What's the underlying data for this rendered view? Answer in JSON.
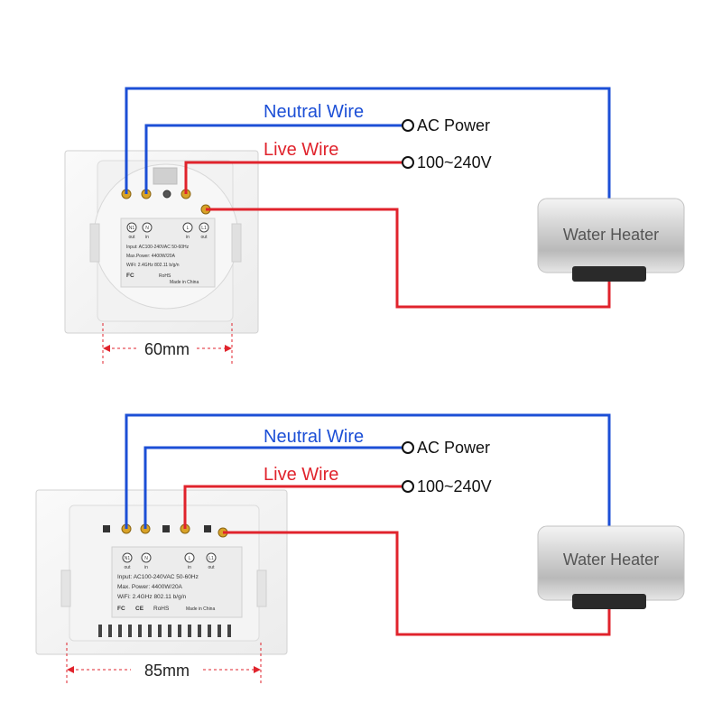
{
  "colors": {
    "neutral": "#1c4fd6",
    "live": "#e0232c",
    "dimension": "#e0232c",
    "terminal": "#d9a227"
  },
  "top_diagram": {
    "neutral_label": "Neutral Wire",
    "live_label": "Live Wire",
    "ac_power_label": "AC Power",
    "voltage_label": "100~240V",
    "heater_label": "Water Heater",
    "width_label": "60mm",
    "terminals": [
      {
        "top": "N1",
        "bottom": "out"
      },
      {
        "top": "N",
        "bottom": "in"
      },
      {
        "top": "L",
        "bottom": "in"
      },
      {
        "top": "L1",
        "bottom": "out"
      }
    ],
    "spec_input": "Input: AC100-240VAC 50-60Hz",
    "spec_power": "Max.Power: 4400W/20A",
    "spec_wifi": "WiFi: 2.4GHz 802.11 b/g/n",
    "cert_fc": "FC",
    "cert_rohs": "RoHS",
    "made_in": "Made in China"
  },
  "bottom_diagram": {
    "neutral_label": "Neutral Wire",
    "live_label": "Live Wire",
    "ac_power_label": "AC Power",
    "voltage_label": "100~240V",
    "heater_label": "Water Heater",
    "width_label": "85mm",
    "terminals": [
      {
        "top": "N1",
        "bottom": "out"
      },
      {
        "top": "N",
        "bottom": "in"
      },
      {
        "top": "L",
        "bottom": "in"
      },
      {
        "top": "L1",
        "bottom": "out"
      }
    ],
    "spec_input": "Input: AC100-240VAC 50-60Hz",
    "spec_power": "Max. Power: 4400W/20A",
    "spec_wifi": "WiFi: 2.4GHz 802.11 b/g/n",
    "cert_fc": "FC",
    "cert_ce": "CE",
    "cert_rohs": "RoHS",
    "made_in": "Made in China"
  }
}
